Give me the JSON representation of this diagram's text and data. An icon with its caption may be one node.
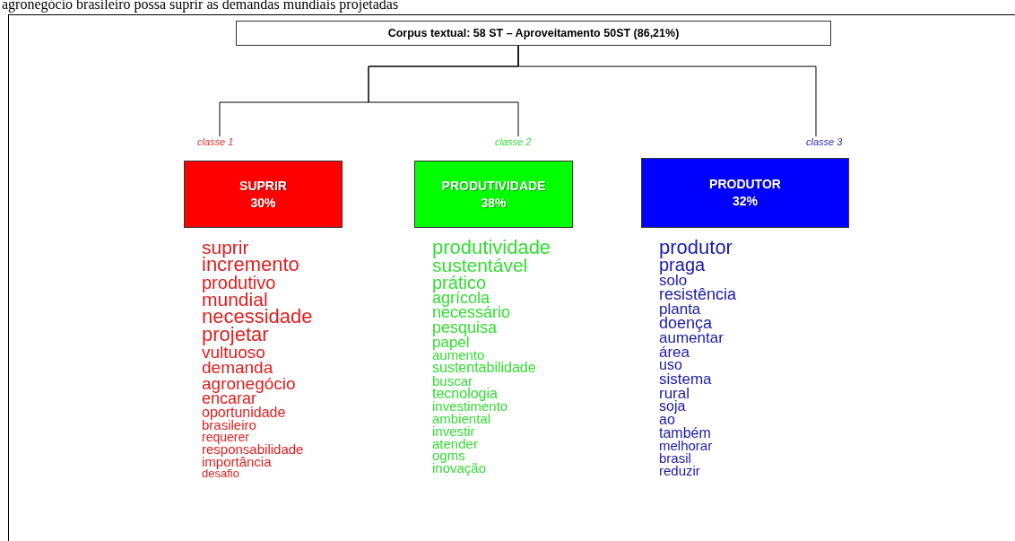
{
  "diagram": {
    "nodes": [
      {
        "text": [
          "Corpus textual: 58 ST – Aproveitamento 50ST (86,21%)"
        ]
      },
      {
        "text": [
          "SUPRIR",
          "30%"
        ],
        "beside": [
          "classe 1",
          "suprir",
          "incremento",
          "produtivo",
          "mundial",
          "necessidade",
          "projetar",
          "vultuoso",
          "demanda",
          "agronegócio",
          "encarar",
          "oportunidade",
          "brasileiro",
          "requerer",
          "responsabilidade",
          "importância",
          "desafio"
        ]
      },
      {
        "text": [
          "PRODUTIVIDADE",
          "38%"
        ],
        "beside": [
          "classe 2",
          "produtividade",
          "sustentável",
          "prático",
          "agrícola",
          "necessário",
          "pesquisa",
          "papel",
          "aumento",
          "sustentabilidade",
          "buscar",
          "tecnologia",
          "investimento",
          "ambiental",
          "investir",
          "atender",
          "ogms",
          "inovação"
        ]
      },
      {
        "text": [
          "PRODUTOR",
          "32%"
        ],
        "beside": [
          "classe 3",
          "produtor",
          "praga",
          "solo",
          "resistência",
          "planta",
          "doença",
          "aumentar",
          "área",
          "uso",
          "sistema",
          "rural",
          "soja",
          "ao",
          "também",
          "melhorar",
          "brasil",
          "reduzir"
        ]
      }
    ],
    "edges": [
      {
        "from": 0,
        "to": 1,
        "arrow": "none"
      },
      {
        "from": 0,
        "to": 2,
        "arrow": "none"
      },
      {
        "from": 0,
        "to": 3,
        "arrow": "none"
      }
    ],
    "labels": [
      "agronegócio brasileiro possa suprir as demandas mundiais projetadas"
    ]
  }
}
